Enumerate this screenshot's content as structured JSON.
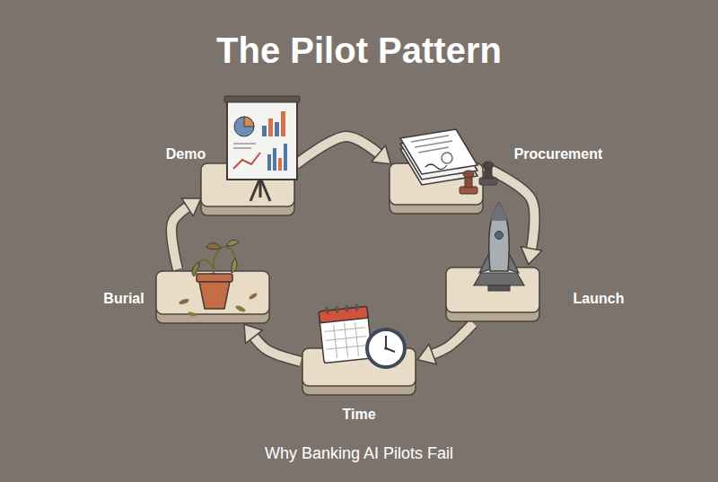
{
  "diagram": {
    "title": "The Pilot Pattern",
    "caption": "Why Banking AI Pilots Fail",
    "nodes": [
      {
        "text": [
          "Demo"
        ]
      },
      {
        "text": [
          "Procurement"
        ]
      },
      {
        "text": [
          "Launch"
        ]
      },
      {
        "text": [
          "Time"
        ]
      },
      {
        "text": [
          "Burial"
        ]
      }
    ],
    "edges": [
      {
        "from": 0,
        "to": 1,
        "arrow": "to"
      },
      {
        "from": 1,
        "to": 2,
        "arrow": "to"
      },
      {
        "from": 2,
        "to": 3,
        "arrow": "to"
      },
      {
        "from": 3,
        "to": 4,
        "arrow": "to"
      },
      {
        "from": 4,
        "to": 0,
        "arrow": "to"
      }
    ]
  }
}
